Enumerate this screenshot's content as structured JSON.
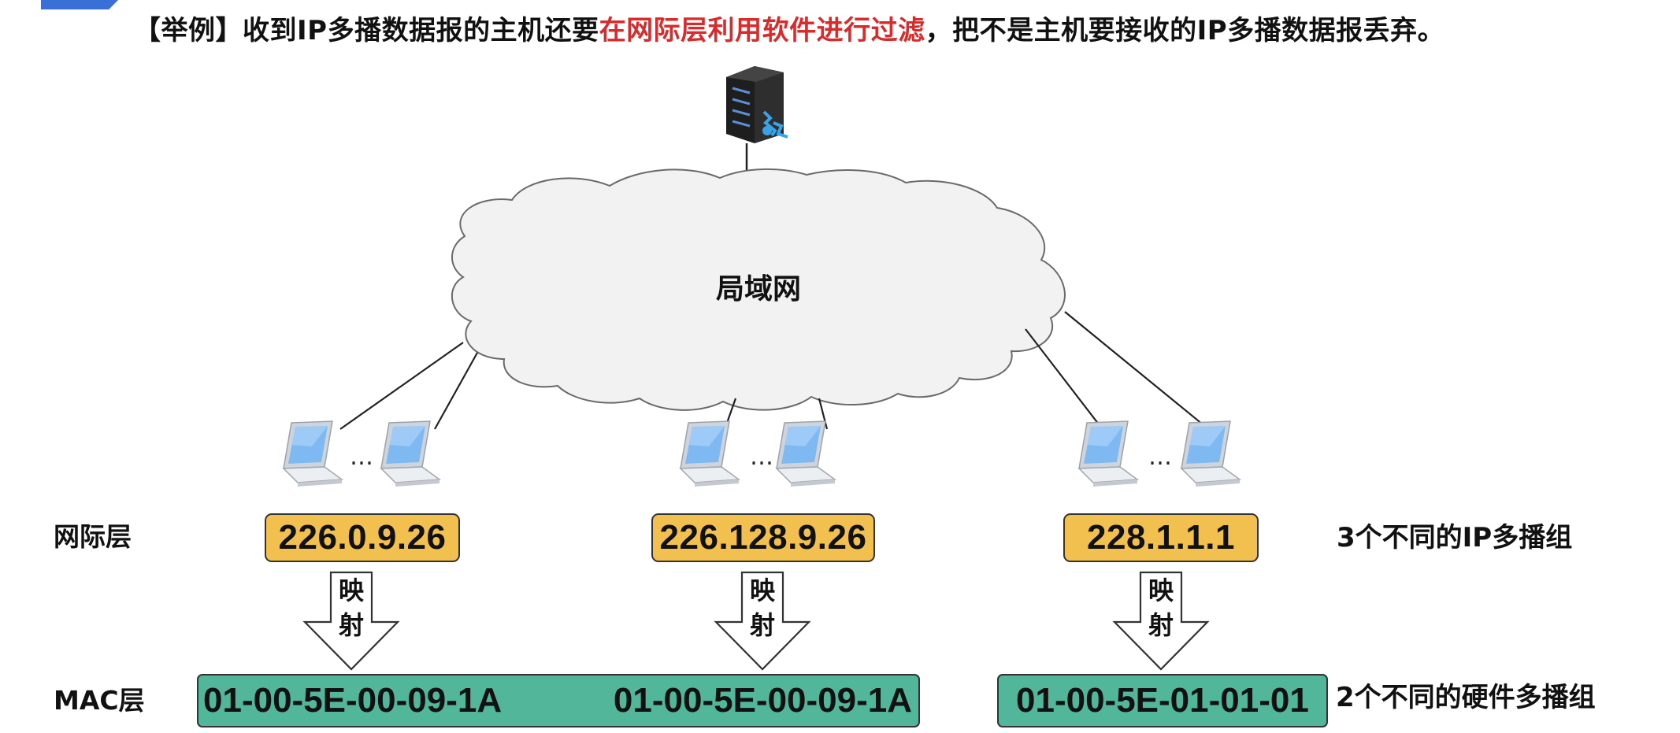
{
  "heading": {
    "part1": "【举例】收到IP多播数据报的主机还要",
    "highlight": "在网际层利用软件进行过滤",
    "part2": "，把不是主机要接收的IP多播数据报丢弃。"
  },
  "cloud": {
    "label": "局域网"
  },
  "ellipsis": "…",
  "rows": {
    "network_layer": "网际层",
    "mac_layer": "MAC层"
  },
  "ip_groups": [
    "226.0.9.26",
    "226.128.9.26",
    "228.1.1.1"
  ],
  "mapping": {
    "line1": "映",
    "line2": "射"
  },
  "mac_addresses": [
    "01-00-5E-00-09-1A",
    "01-00-5E-00-09-1A",
    "01-00-5E-01-01-01"
  ],
  "notes": {
    "ip_groups": "3个不同的IP多播组",
    "hw_groups": "2个不同的硬件多播组"
  },
  "colors": {
    "highlight": "#d92b2b",
    "ip_box": "#f1c04e",
    "mac_box": "#52b79a",
    "cloud_fill": "#f2f2f2",
    "laptop_screen": "#7fb9f2"
  }
}
